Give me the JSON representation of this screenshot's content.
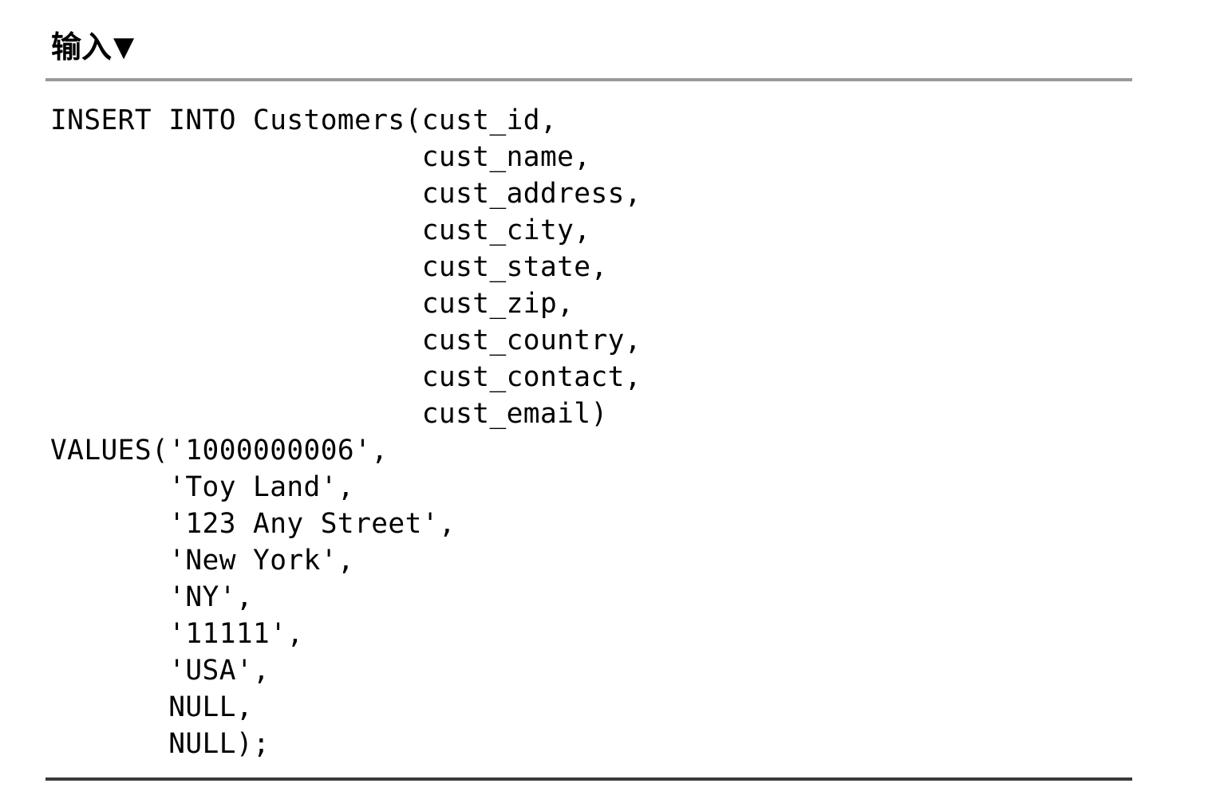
{
  "heading": {
    "title": "输入",
    "icon": "▼"
  },
  "code": {
    "lines": [
      "INSERT INTO Customers(cust_id,",
      "                      cust_name,",
      "                      cust_address,",
      "                      cust_city,",
      "                      cust_state,",
      "                      cust_zip,",
      "                      cust_country,",
      "                      cust_contact,",
      "                      cust_email)",
      "VALUES('1000000006',",
      "       'Toy Land',",
      "       '123 Any Street',",
      "       'New York',",
      "       'NY',",
      "       '11111',",
      "       'USA',",
      "       NULL,",
      "       NULL);"
    ]
  }
}
